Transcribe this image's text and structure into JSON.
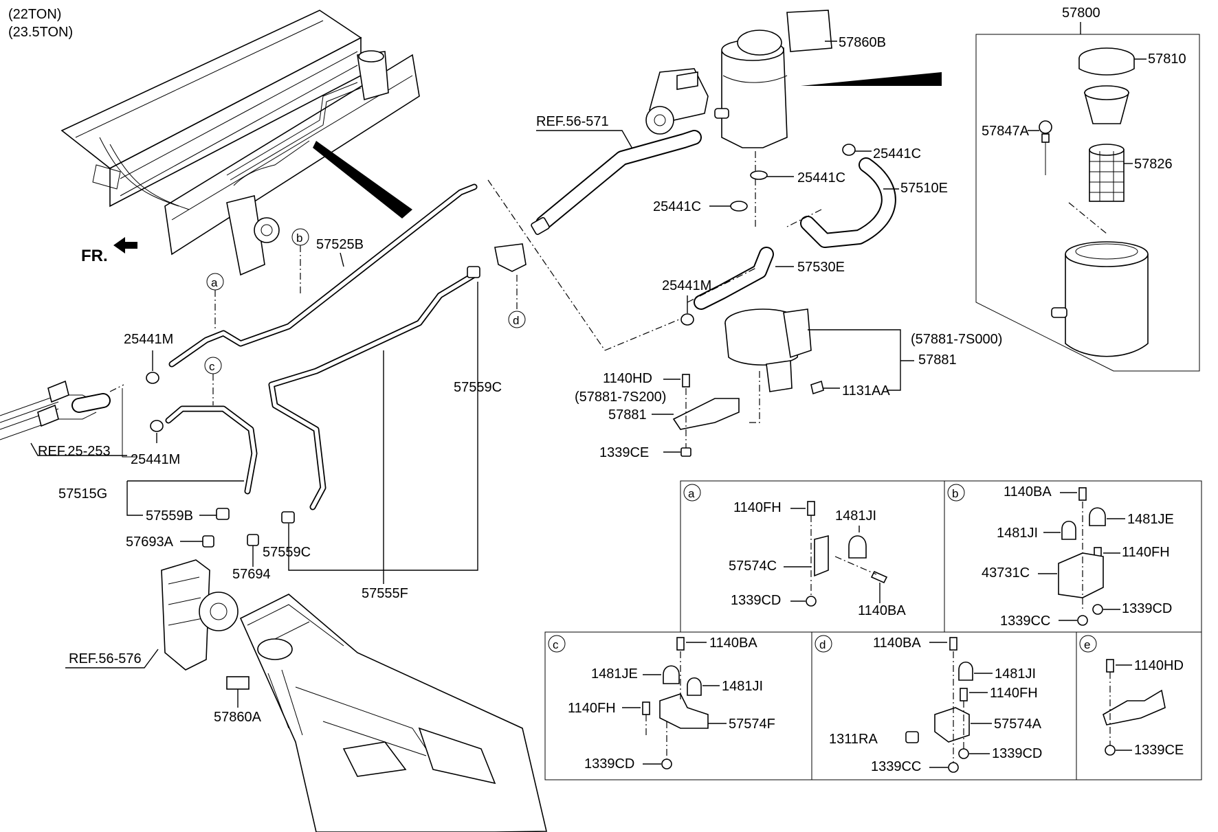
{
  "header": {
    "line1": "(22TON)",
    "line2": "(23.5TON)"
  },
  "front_label": "FR.",
  "refs": {
    "ref_56_571": "REF.56-571",
    "ref_25_253": "REF.25-253",
    "ref_56_576": "REF.56-576"
  },
  "callouts": {
    "a": "a",
    "b": "b",
    "c": "c",
    "d": "d",
    "e": "e"
  },
  "labels": {
    "p57800": "57800",
    "p57860B": "57860B",
    "p57810": "57810",
    "p57847A": "57847A",
    "p57826": "57826",
    "p25441C_1": "25441C",
    "p25441C_2": "25441C",
    "p25441C_3": "25441C",
    "p57510E": "57510E",
    "p57530E": "57530E",
    "p25441M_1": "25441M",
    "p57881_7S000": "(57881-7S000)",
    "p57881_a": "57881",
    "p1131AA": "1131AA",
    "p1140HD": "1140HD",
    "p57881_7S200": "(57881-7S200)",
    "p57881_b": "57881",
    "p1339CE": "1339CE",
    "p57525B": "57525B",
    "p25441M_2": "25441M",
    "p25441M_3": "25441M",
    "p57559C_1": "57559C",
    "p57515G": "57515G",
    "p57559B": "57559B",
    "p57693A": "57693A",
    "p57694": "57694",
    "p57559C_2": "57559C",
    "p57555F": "57555F",
    "p57860A": "57860A"
  },
  "details": {
    "a": {
      "l1": "1140FH",
      "l2": "1481JI",
      "l3": "57574C",
      "l4": "1339CD",
      "l5": "1140BA"
    },
    "b": {
      "l1": "1140BA",
      "l2": "1481JE",
      "l3": "1481JI",
      "l4": "1140FH",
      "l5": "43731C",
      "l6": "1339CD",
      "l7": "1339CC"
    },
    "c": {
      "l1": "1140BA",
      "l2": "1481JE",
      "l3": "1481JI",
      "l4": "1140FH",
      "l5": "57574F",
      "l6": "1339CD"
    },
    "d": {
      "l1": "1140BA",
      "l2": "1481JI",
      "l3": "1140FH",
      "l4": "57574A",
      "l5": "1311RA",
      "l6": "1339CD",
      "l7": "1339CC"
    },
    "e": {
      "l1": "1140HD",
      "l2": "1339CE"
    }
  }
}
